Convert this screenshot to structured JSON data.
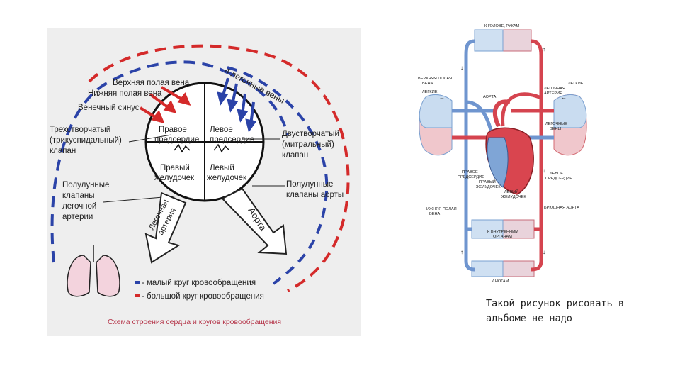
{
  "left_diagram": {
    "labels": {
      "superior_vena_cava": "Верхняя полая вена",
      "inferior_vena_cava": "Нижняя полая вена",
      "coronary_sinus": "Венечный синус",
      "tricuspid_line1": "Трехстворчатый",
      "tricuspid_line2": "(трикуспидальный)",
      "tricuspid_line3": "клапан",
      "pulmonary_valves_line1": "Полулунные",
      "pulmonary_valves_line2": "клапаны",
      "pulmonary_valves_line3": "легочной",
      "pulmonary_valves_line4": "артерии",
      "pulmonary_veins": "4 легочные вены",
      "bicuspid_line1": "Двустворчатый",
      "bicuspid_line2": "(митральный)",
      "bicuspid_line3": "клапан",
      "aortic_valves_line1": "Полулунные",
      "aortic_valves_line2": "клапаны аорты",
      "right_atrium_line1": "Правое",
      "right_atrium_line2": "предсердие",
      "left_atrium_line1": "Левое",
      "left_atrium_line2": "предсердие",
      "right_ventricle_line1": "Правый",
      "right_ventricle_line2": "желудочек",
      "left_ventricle_line1": "Левый",
      "left_ventricle_line2": "желудочек",
      "pulmonary_artery_line1": "Легочная",
      "pulmonary_artery_line2": "артерия",
      "aorta": "Аорта"
    },
    "legend": {
      "small_circle": "- малый круг кровообращения",
      "big_circle": "- большой круг кровообращения",
      "blue": "#2b43a8",
      "red": "#d42a2a"
    },
    "caption": "Схема строения сердца и кругов кровообращения"
  },
  "right_diagram": {
    "labels": {
      "to_head_arms": "К ГОЛОВЕ, РУКАМ",
      "superior_vena_cava_l1": "ВЕРХНЯЯ ПОЛАЯ",
      "superior_vena_cava_l2": "ВЕНА",
      "lungs_left": "ЛЕГКИЕ",
      "lungs_right": "ЛЕГКИЕ",
      "aorta": "АОРТА",
      "pulmonary_artery_l1": "ЛЕГОЧНАЯ",
      "pulmonary_artery_l2": "АРТЕРИЯ",
      "pulmonary_veins_l1": "ЛЕГОЧНЫЕ",
      "pulmonary_veins_l2": "ВЕНЫ",
      "right_atrium_l1": "ПРАВОЕ",
      "right_atrium_l2": "ПРЕДСЕРДИЕ",
      "right_ventricle_l1": "ПРАВЫЙ",
      "right_ventricle_l2": "ЖЕЛУДОЧЕК",
      "left_ventricle_l1": "ЛЕВЫЙ",
      "left_ventricle_l2": "ЖЕЛУДОЧЕК",
      "left_atrium_l1": "ЛЕВОЕ",
      "left_atrium_l2": "ПРЕДСЕРДИЕ",
      "inferior_vena_cava_l1": "НИЖНЯЯ ПОЛАЯ",
      "inferior_vena_cava_l2": "ВЕНА",
      "abdominal_aorta": "БРЮШНАЯ АОРТА",
      "internal_organs_l1": "К ВНУТРЕННИМ",
      "internal_organs_l2": "ОРГАНАМ",
      "to_legs": "К НОГАМ"
    }
  },
  "note": "Такой рисунок  рисовать в альбоме не надо"
}
